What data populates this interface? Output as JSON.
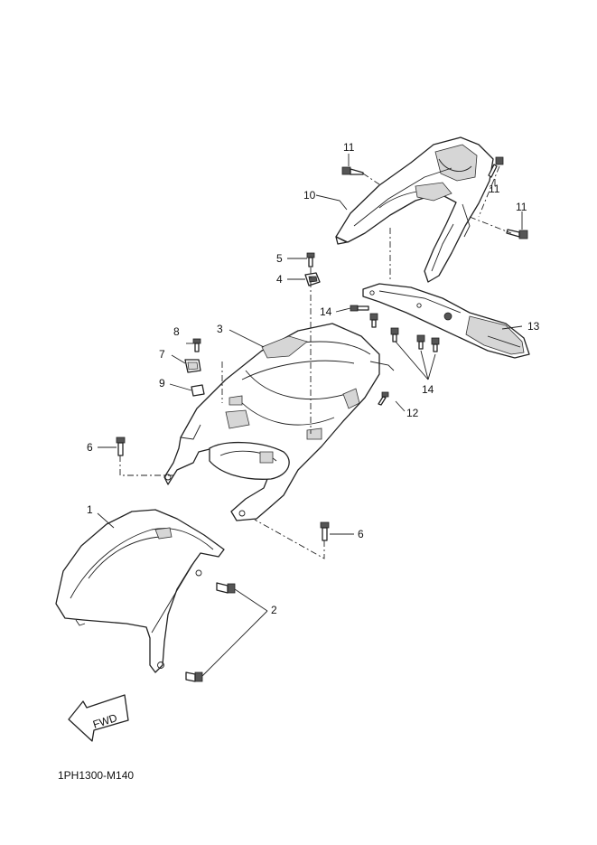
{
  "diagram_code": "1PH1300-M140",
  "fwd_label": "FWD",
  "callouts": {
    "c1": "1",
    "c2": "2",
    "c3": "3",
    "c4": "4",
    "c5": "5",
    "c6a": "6",
    "c6b": "6",
    "c7": "7",
    "c8": "8",
    "c9": "9",
    "c10": "10",
    "c11a": "11",
    "c11b": "11",
    "c11c": "11",
    "c12": "12",
    "c13": "13",
    "c14a": "14",
    "c14b": "14"
  }
}
